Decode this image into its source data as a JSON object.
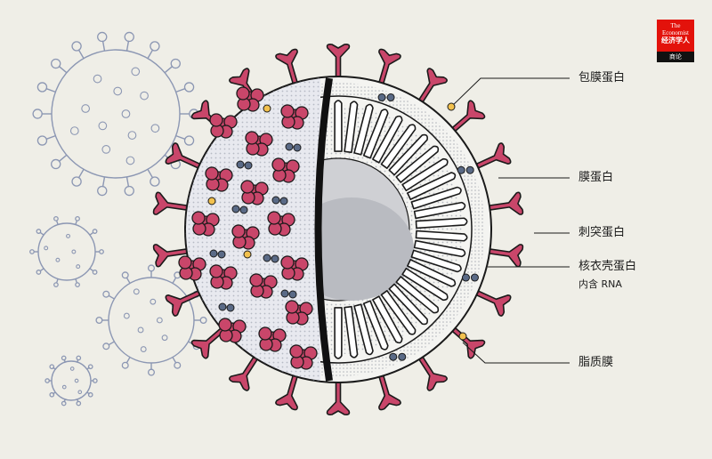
{
  "labels": {
    "envelope_protein": "包膜蛋白",
    "membrane_protein": "膜蛋白",
    "spike_protein": "刺突蛋白",
    "nucleocapsid_protein": "核衣壳蛋白",
    "nucleocapsid_note": "内含 RNA",
    "lipid_membrane": "脂质膜"
  },
  "logo": {
    "line1": "The",
    "line2": "Economist",
    "line3": "经济学人",
    "line4": "商论"
  },
  "colors": {
    "background": "#efeee7",
    "spike": "#c9466a",
    "spike_dark": "#2a2a2a",
    "membrane_blue": "#5a6a86",
    "envelope_yellow": "#f2c14e",
    "outline": "#1a1a1a",
    "ghost_virus": "#8c97b3",
    "brand_red": "#e3120b"
  }
}
